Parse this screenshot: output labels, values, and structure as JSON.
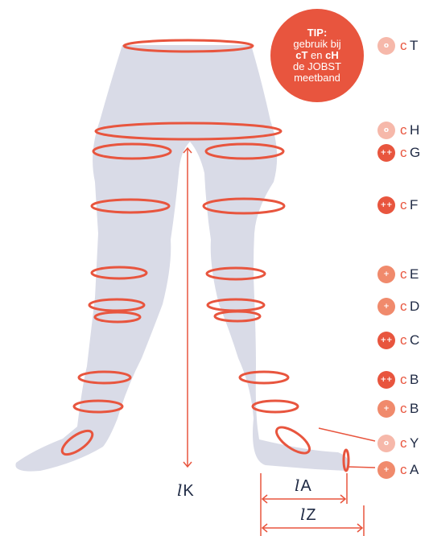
{
  "tip": {
    "title": "TIP:",
    "line1": "gebruik bij",
    "bold1": "cT",
    "conj": " en ",
    "bold2": "cH",
    "line3": "de JOBST",
    "line4": "meetband"
  },
  "legend": [
    {
      "badge": "o",
      "prefix": "c",
      "label": "T",
      "color": "#f6b8aa"
    },
    {
      "badge": "o",
      "prefix": "c",
      "label": "H",
      "color": "#f6b8aa"
    },
    {
      "badge": "++",
      "prefix": "c",
      "label": "G",
      "color": "#e8553e"
    },
    {
      "badge": "++",
      "prefix": "c",
      "label": "F",
      "color": "#e8553e"
    },
    {
      "badge": "+",
      "prefix": "c",
      "label": "E",
      "color": "#f08a6c"
    },
    {
      "badge": "+",
      "prefix": "c",
      "label": "D",
      "color": "#f08a6c"
    },
    {
      "badge": "++",
      "prefix": "c",
      "label": "C",
      "color": "#e8553e"
    },
    {
      "badge": "++",
      "prefix": "c",
      "label": "B",
      "color": "#e8553e"
    },
    {
      "badge": "+",
      "prefix": "c",
      "label": "B",
      "color": "#f08a6c"
    },
    {
      "badge": "o",
      "prefix": "c",
      "label": "Y",
      "color": "#f6b8aa"
    },
    {
      "badge": "+",
      "prefix": "c",
      "label": "A",
      "color": "#f08a6c"
    }
  ],
  "lengths": {
    "prefix": "l",
    "k": "K",
    "a": "A",
    "z": "Z"
  },
  "colors": {
    "accent": "#e8553e",
    "body": "#d9dbe7",
    "text": "#1f2a44"
  }
}
